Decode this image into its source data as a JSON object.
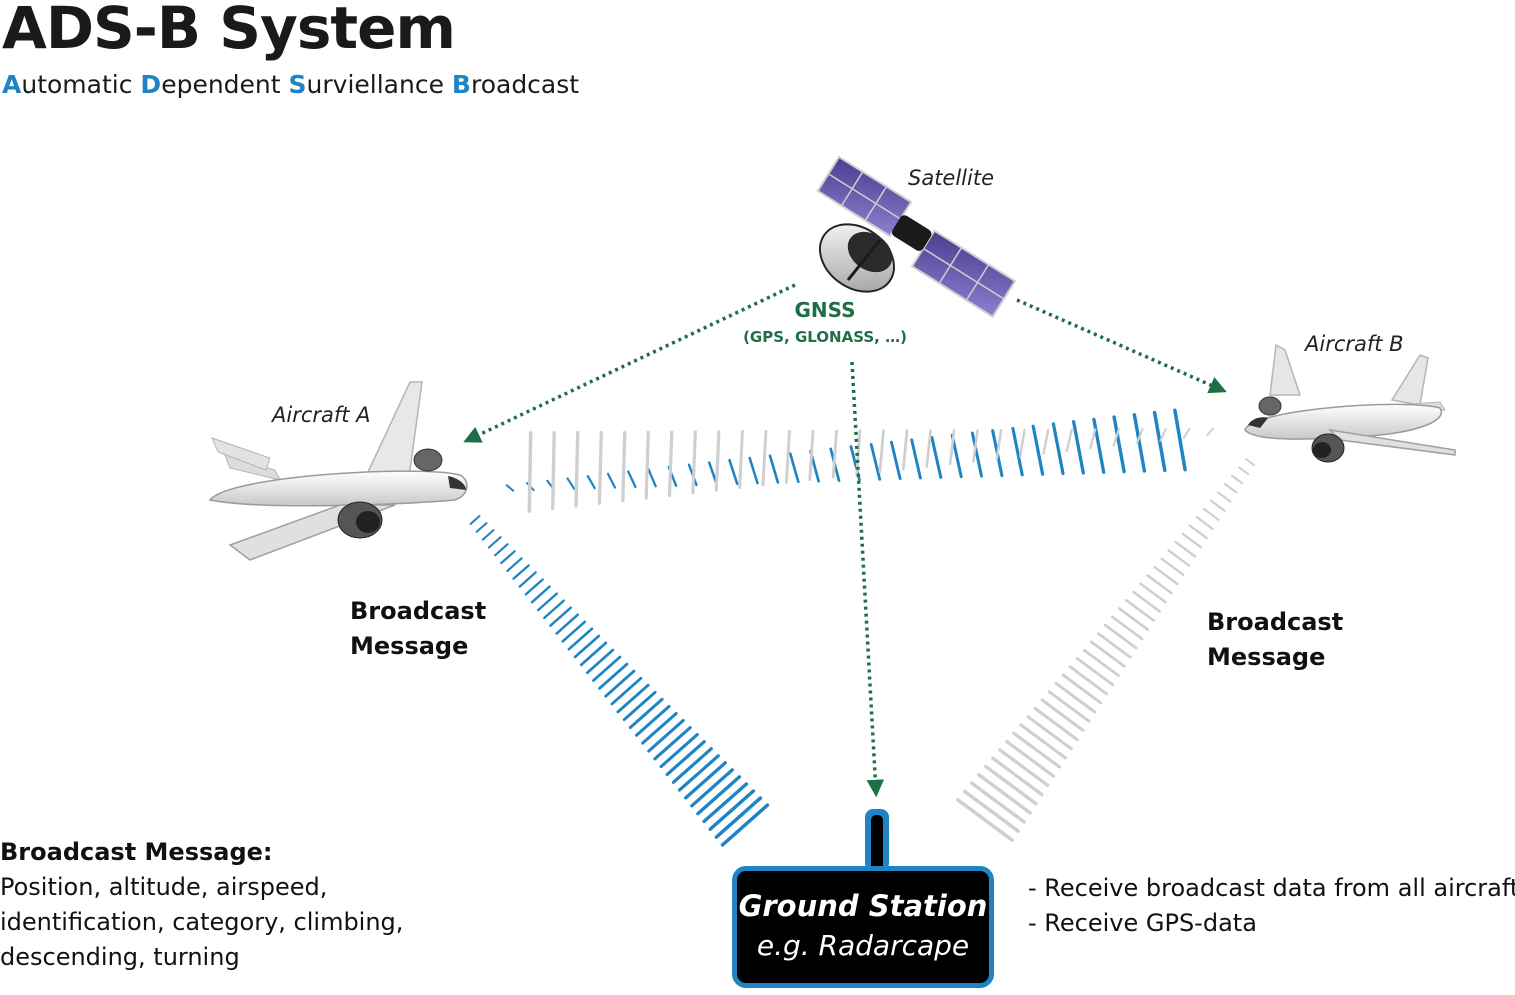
{
  "title": "ADS-B System",
  "subtitle": {
    "parts": [
      {
        "accent": "A",
        "rest": "utomatic "
      },
      {
        "accent": "D",
        "rest": "ependent "
      },
      {
        "accent": "S",
        "rest": "urviellance "
      },
      {
        "accent": "B",
        "rest": "roadcast"
      }
    ]
  },
  "satellite": {
    "label": "Satellite"
  },
  "gnss": {
    "label": "GNSS",
    "sublabel": "(GPS, GLONASS, …)"
  },
  "aircraft_a": {
    "label": "Aircraft A"
  },
  "aircraft_b": {
    "label": "Aircraft B"
  },
  "broadcast_a": {
    "line1": "Broadcast",
    "line2": "Message"
  },
  "broadcast_b": {
    "line1": "Broadcast",
    "line2": "Message"
  },
  "ground_station": {
    "line1": "Ground Station",
    "line2": "e.g. Radarcape"
  },
  "message_info": {
    "heading": "Broadcast Message:",
    "lines": [
      "Position, altitude, airspeed,",
      "identification, category, climbing,",
      "descending, turning"
    ]
  },
  "station_info": {
    "lines": [
      "- Receive broadcast data from all aircraft",
      "- Receive GPS-data"
    ]
  },
  "colors": {
    "accent": "#1f84c4",
    "gnss_arrow": "#1e6e46",
    "signal_gray": "#cfcfcf",
    "station_bg": "#000000"
  }
}
